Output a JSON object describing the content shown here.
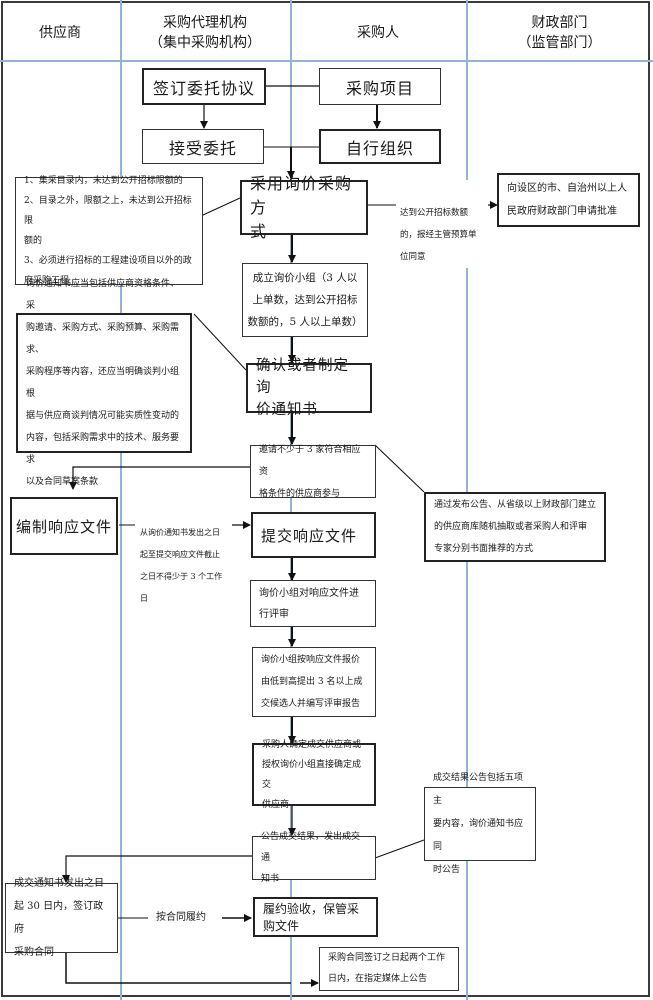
{
  "lanes": {
    "supplier": "供应商",
    "agency": "采购代理机构",
    "agency_sub": "（集中采购机构）",
    "purchaser": "采购人",
    "finance": "财政部门",
    "finance_sub": "（监管部门）"
  },
  "nodes": {
    "sign_agreement": "签订委托协议",
    "procurement_project": "采购项目",
    "accept_entrust": "接受委托",
    "self_organize": "自行组织",
    "adopt_inquiry": "采用询价采购方\n式",
    "apply_approval": "向设区的市、自治州以上人\n民政府财政部门申请批准",
    "form_group": "成立询价小组（3 人以\n上单数，达到公开招标\n数额的，5 人以上单数）",
    "confirm_notice": "确认或者制定询\n价通知书",
    "invite_suppliers": "邀请不少于 3 家符合相应资\n格条件的供应商参与",
    "prepare_response": "编制响应文件",
    "submit_response": "提交响应文件",
    "review_response": "询价小组对响应文件进\n行评审",
    "rank_candidates": "询价小组按响应文件报价\n由低到高提出 3 名以上成\n交候选人并编写评审报告",
    "confirm_supplier": "采购人确定成交供应商或\n授权询价小组直接确定成交\n供应商",
    "announce_result": "公告成交结果，发出成交通\n知书",
    "sign_contract": "成交通知书发出之日\n起 30 日内，签订政府\n采购合同",
    "acceptance": "履约验收，保管采购文件",
    "publish_contract": "采购合同签订之日起两个工作\n日内，在指定媒体上公告"
  },
  "annotations": {
    "inquiry_conditions": "1、集采目录内，未达到公开招标限额的\n2、目录之外，限额之上，未达到公开招标限\n额的\n3、必须进行招标的工程建设项目以外的政\n府采购工程",
    "approval_condition": "达到公开招标数额\n的，报经主管预算单\n位同意",
    "notice_content": "询价通知书应当包括供应商资格条件、采\n购邀请、采购方式、采购预算、采购需求、\n采购程序等内容，还应当明确谈判小组根\n据与供应商谈判情况可能实质性变动的\n内容，包括采购需求中的技术、服务要求\n以及合同草案条款",
    "invite_methods": "通过发布公告、从省级以上财政部门建立\n的供应商库随机抽取或者采购人和评审\n专家分别书面推荐的方式",
    "response_deadline": "从询价通知书发出之日\n起至提交响应文件截止\n之日不得少于 3 个工作\n日",
    "result_announcement": "成交结果公告包括五项主\n要内容，询价通知书应同\n时公告",
    "perform_contract": "按合同履约"
  }
}
